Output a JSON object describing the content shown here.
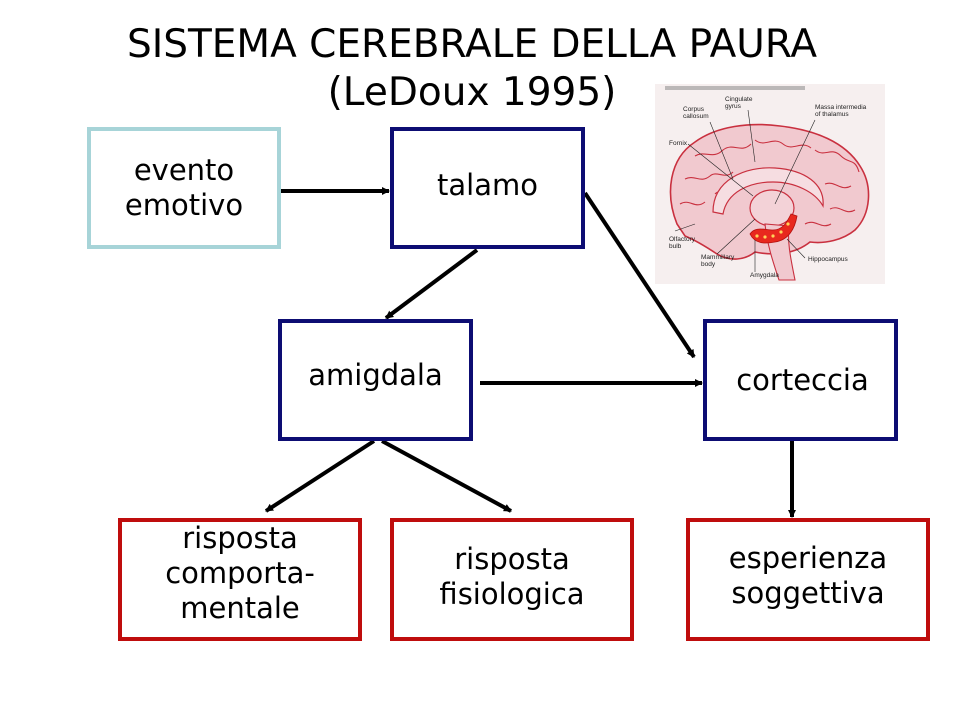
{
  "title": {
    "line1": "SISTEMA CEREBRALE DELLA PAURA",
    "line2": "(LeDoux 1995)"
  },
  "nodes": {
    "evento": {
      "line1": "evento",
      "line2": "emotivo"
    },
    "talamo": {
      "line1": "talamo"
    },
    "amigdala": {
      "line1": "amigdala"
    },
    "corteccia": {
      "line1": "corteccia"
    },
    "risposta_comportamentale": {
      "line1": "risposta",
      "line2": "comporta-",
      "line3": "mentale"
    },
    "risposta_fisiologica": {
      "line1": "risposta",
      "line2": "fisiologica"
    },
    "esperienza_soggettiva": {
      "line1": "esperienza",
      "line2": "soggettiva"
    }
  },
  "edges": [
    {
      "from": "evento",
      "to": "talamo"
    },
    {
      "from": "talamo",
      "to": "amigdala"
    },
    {
      "from": "talamo",
      "to": "corteccia"
    },
    {
      "from": "amigdala",
      "to": "corteccia"
    },
    {
      "from": "amigdala",
      "to": "risposta_comportamentale"
    },
    {
      "from": "amigdala",
      "to": "risposta_fisiologica"
    },
    {
      "from": "corteccia",
      "to": "esperienza_soggettiva"
    }
  ],
  "brain_figure": {
    "labels": {
      "cingulate": "Cingulate\ngyrus",
      "corpus": "Corpus\ncallosum",
      "massa": "Massa intermedia\nof thalamus",
      "fornix": "Fornix",
      "olfactory": "Olfactory\nbulb",
      "mammillary": "Mammillary\nbody",
      "amygdala": "Amygdala",
      "hippocampus": "Hippocampus"
    }
  },
  "colors": {
    "source_border": "#a7d4d8",
    "structure_border": "#0d0d73",
    "response_border": "#bf0d0d",
    "arrow": "#000000",
    "amygdala_highlight": "#e8281e"
  }
}
